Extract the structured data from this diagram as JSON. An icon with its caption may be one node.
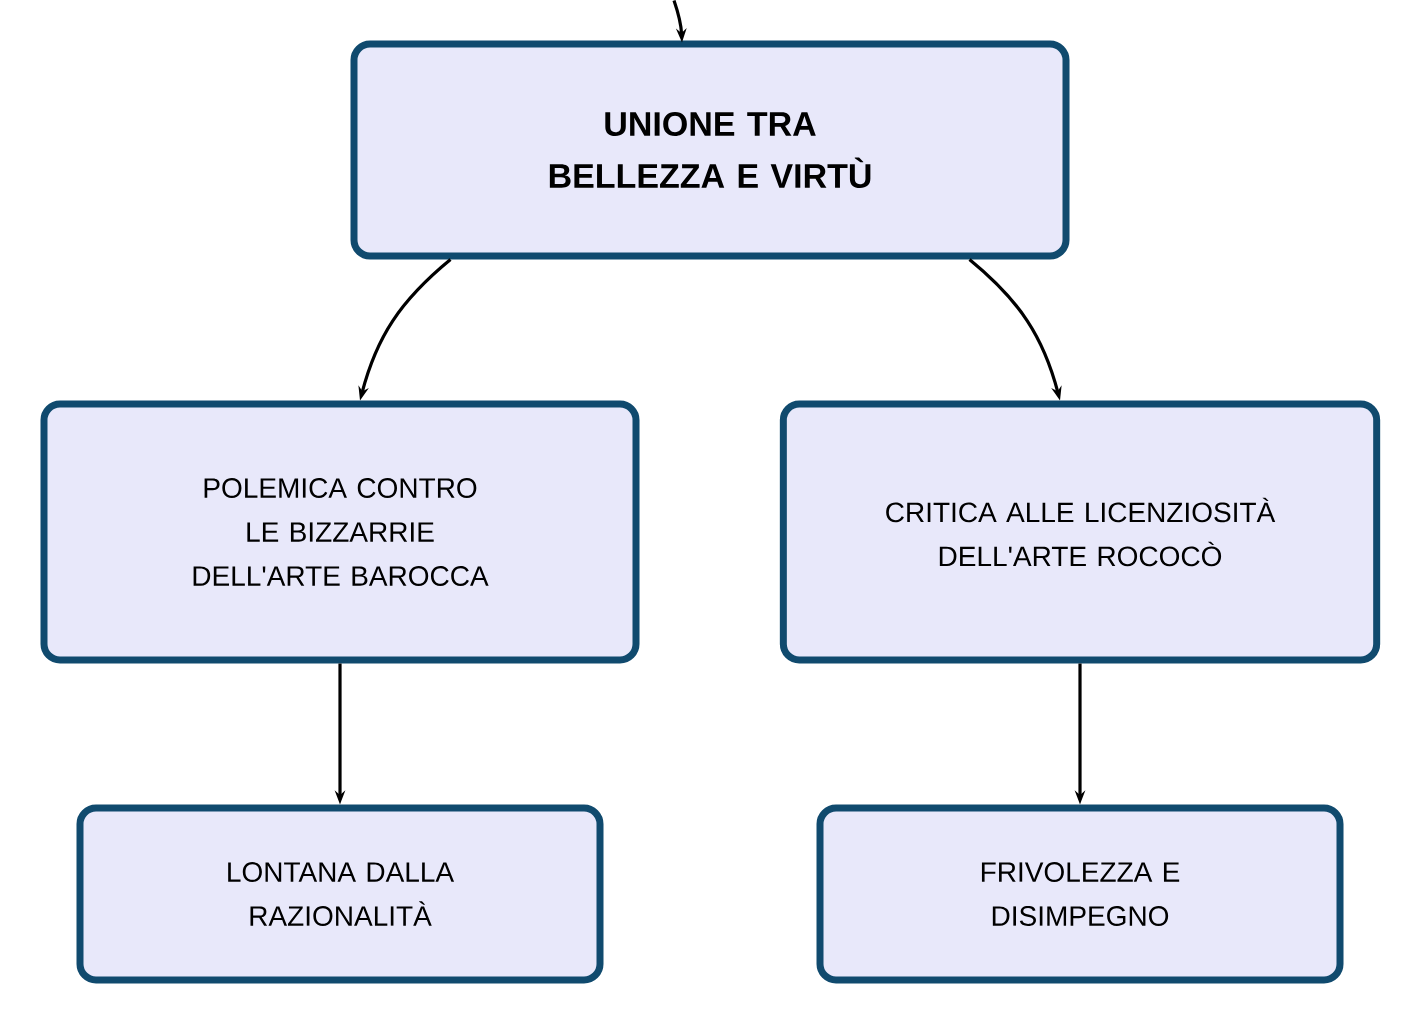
{
  "diagram": {
    "nodes": [
      {
        "text": [
          "UNIONE TRA BELLEZZA E VIRTÙ"
        ]
      },
      {
        "text": [
          "POLEMICA CONTRO LE BIZZARRIE DELL'ARTE BAROCCA"
        ]
      },
      {
        "text": [
          "CRITICA ALLE LICENZIOSITÀ DELL'ARTE ROCOCÒ"
        ]
      },
      {
        "text": [
          "LONTANA DALLA RAZIONALITÀ"
        ]
      },
      {
        "text": [
          "FRIVOLEZZA E DISIMPEGNO"
        ]
      }
    ],
    "edges": [
      {
        "from": null,
        "to": 0,
        "arrow": "to"
      },
      {
        "from": 0,
        "to": 1,
        "arrow": "to"
      },
      {
        "from": 0,
        "to": 2,
        "arrow": "to"
      },
      {
        "from": 1,
        "to": 3,
        "arrow": "to"
      },
      {
        "from": 2,
        "to": 4,
        "arrow": "to"
      }
    ]
  }
}
